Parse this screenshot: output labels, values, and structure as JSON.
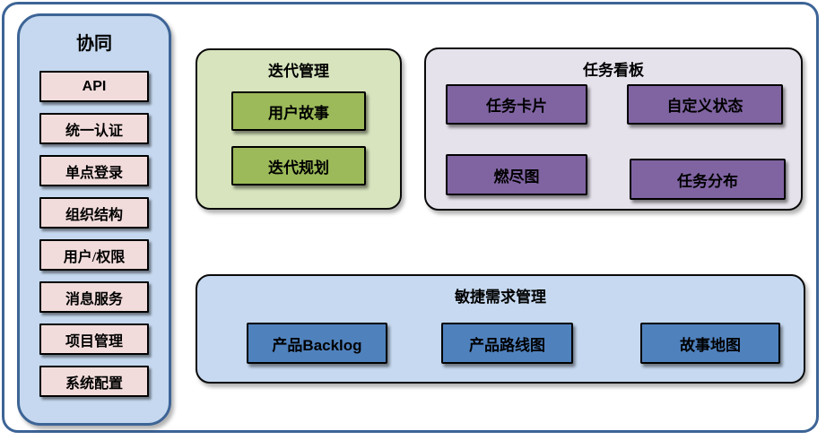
{
  "diagram": {
    "sidebar": {
      "title": "协同",
      "items": [
        "API",
        "统一认证",
        "单点登录",
        "组织结构",
        "用户/权限",
        "消息服务",
        "项目管理",
        "系统配置"
      ]
    },
    "iteration_panel": {
      "title": "迭代管理",
      "buttons": [
        "用户故事",
        "迭代规划"
      ]
    },
    "kanban_panel": {
      "title": "任务看板",
      "buttons": [
        "任务卡片",
        "自定义状态",
        "燃尽图",
        "任务分布"
      ]
    },
    "requirements_panel": {
      "title": "敏捷需求管理",
      "buttons": [
        "产品Backlog",
        "产品路线图",
        "故事地图"
      ]
    },
    "colors": {
      "frame_border": "#3D6496",
      "sidebar_bg": "#C5D8EF",
      "sidebar_item_bg": "#F2DCDB",
      "iteration_panel_bg": "#D7E4BD",
      "iteration_button_bg": "#9CBA59",
      "kanban_panel_bg": "#E6E2EC",
      "kanban_button_bg": "#8064A2",
      "requirements_panel_bg": "#C6D9F0",
      "requirements_button_bg": "#4F81BD",
      "box_border": "#000000"
    }
  }
}
